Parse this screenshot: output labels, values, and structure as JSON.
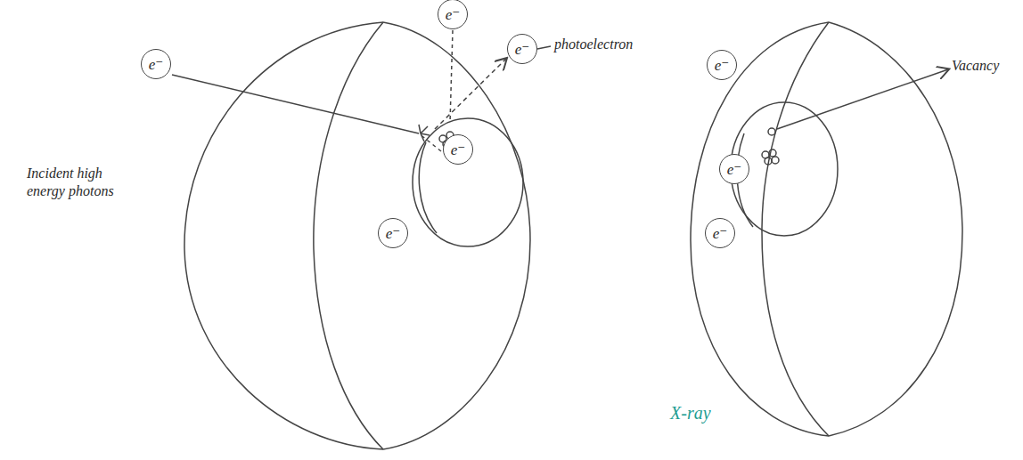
{
  "diagram": {
    "nodes": [
      {
        "text": [
          "e⁻"
        ]
      },
      {
        "text": [
          "e⁻"
        ]
      },
      {
        "text": [
          "e⁻"
        ]
      },
      {
        "text": [
          "e⁻"
        ]
      },
      {
        "text": [
          "e⁻"
        ]
      },
      {
        "text": [
          "e⁻"
        ]
      },
      {
        "text": [
          "e⁻"
        ]
      },
      {
        "text": [
          "e⁻"
        ]
      }
    ],
    "labels": [
      "Incident high energy photons",
      "photoelectron",
      "Vacancy",
      "X-ray"
    ]
  }
}
